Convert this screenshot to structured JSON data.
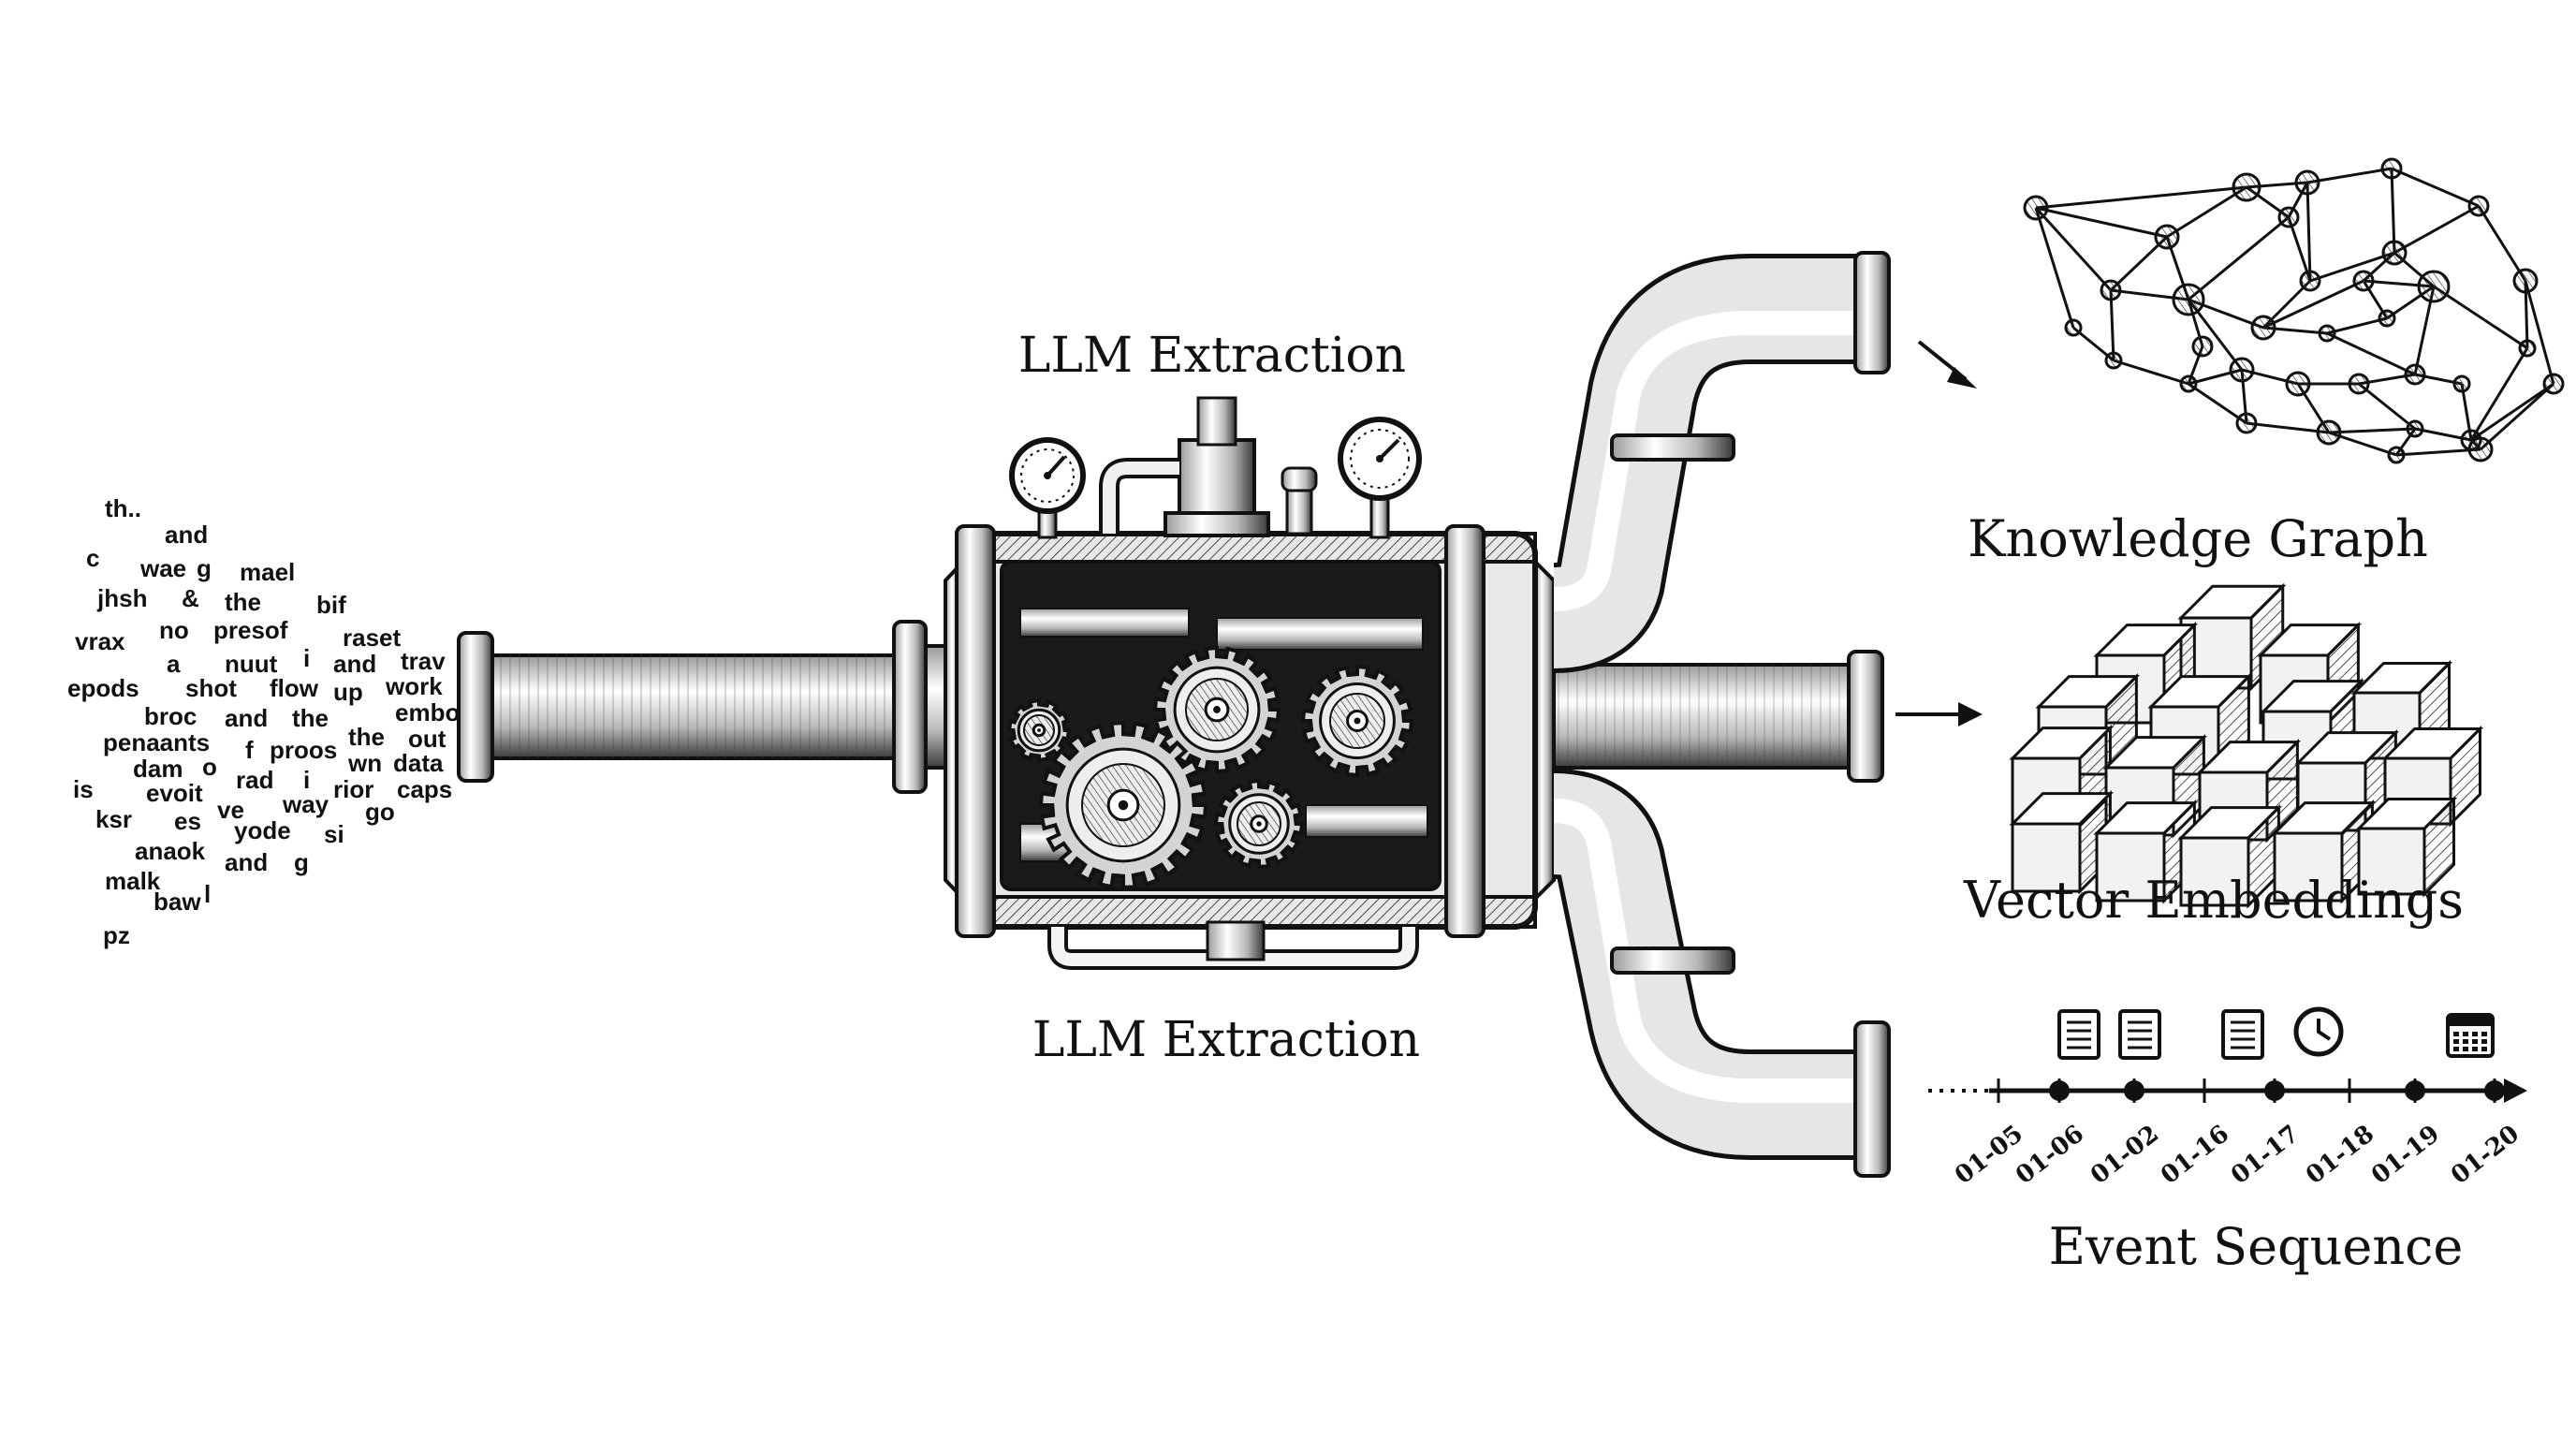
{
  "labels": {
    "extraction_top": "LLM Extraction",
    "extraction_bottom": "LLM Extraction",
    "knowledge_graph": "Knowledge Graph",
    "vector_embeddings": "Vector Embeddings",
    "event_sequence": "Event Sequence"
  },
  "input_text_words": [
    "th..",
    "and",
    "c",
    "wae",
    "g",
    "mael",
    "jhsh",
    "&",
    "the",
    "bif",
    "vrax",
    "no",
    "presof",
    "raset",
    "a",
    "nuut",
    "i",
    "and",
    "trav",
    "epods",
    "shot",
    "flow",
    "up",
    "work",
    "broc",
    "and",
    "the",
    "embot",
    "penaants",
    "f",
    "proos",
    "the",
    "out",
    "dam",
    "o",
    "wn",
    "data",
    "is",
    "evoit",
    "rad",
    "i",
    "rior",
    "caps",
    "ksr",
    "es",
    "ve",
    "way",
    "go",
    "yode",
    "si",
    "anaok",
    "and",
    "g",
    "malk",
    "l",
    "baw",
    "pz"
  ],
  "timeline_dates": [
    "01-05",
    "01-06",
    "01-02",
    "01-16",
    "01-17",
    "01-18",
    "01-19",
    "01-20"
  ],
  "timeline_icons": [
    "document-icon",
    "document-icon",
    "notepad-icon",
    "clock-icon",
    "calendar-icon"
  ],
  "colors": {
    "ink": "#111111",
    "paper": "#ffffff",
    "shade": "#d9d9d9"
  }
}
